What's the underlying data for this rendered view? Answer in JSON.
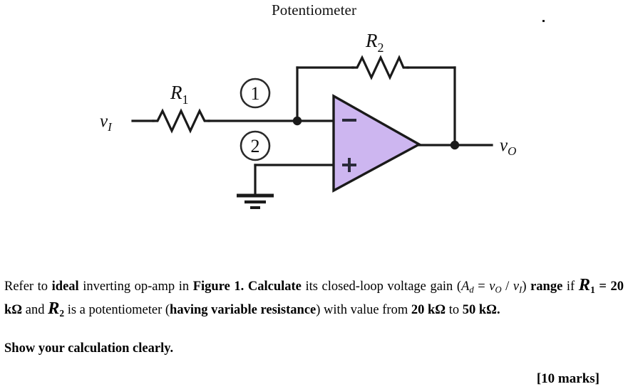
{
  "figure": {
    "title": "Potentiometer",
    "labels": {
      "input_source": "v_I",
      "output": "v_O",
      "resistor_1": "R_1",
      "resistor_2": "R_2",
      "terminal_1": "1",
      "terminal_2": "2",
      "opamp_inverting": "−",
      "opamp_noninverting": "+"
    },
    "colors": {
      "opamp_fill": "#cdb6f0",
      "wire": "#1a1a1a",
      "background": "#ffffff"
    },
    "components": [
      "input-source-label",
      "resistor-r1",
      "potentiometer-terminal-1",
      "potentiometer-terminal-2",
      "inverting-node",
      "feedback-resistor-r2",
      "opamp-triangle",
      "ground-symbol",
      "output-node",
      "output-label"
    ]
  },
  "question": {
    "line1_a": "Refer to ",
    "line1_b": "ideal",
    "line1_c": " inverting op-amp in ",
    "line1_d": "Figure 1",
    "line1_e": ". ",
    "line1_f": "Calculate",
    "line1_g": " its closed-loop voltage gain (",
    "gain_symbol": "A",
    "gain_sub": "d",
    "gain_eq": " = ",
    "gain_num": "v",
    "gain_num_sub": "O",
    "gain_slash": " / ",
    "gain_den": "v",
    "gain_den_sub": "I",
    "line1_close": ")",
    "line2_a": "range",
    "line2_b": " if ",
    "r1_symbol": "R",
    "r1_sub": "1",
    "r1_value": " = 20 kΩ",
    "line2_and": " and ",
    "r2_symbol": "R",
    "r2_sub": "2",
    "line2_c": " is a potentiometer (",
    "line2_d": "having variable resistance",
    "line2_e": ") with value from ",
    "range_low": "20 kΩ",
    "line3_to": "to ",
    "range_high": "50 kΩ",
    "line3_period": ".",
    "show_calculation": "Show your calculation clearly.",
    "marks": "[10 marks]"
  }
}
